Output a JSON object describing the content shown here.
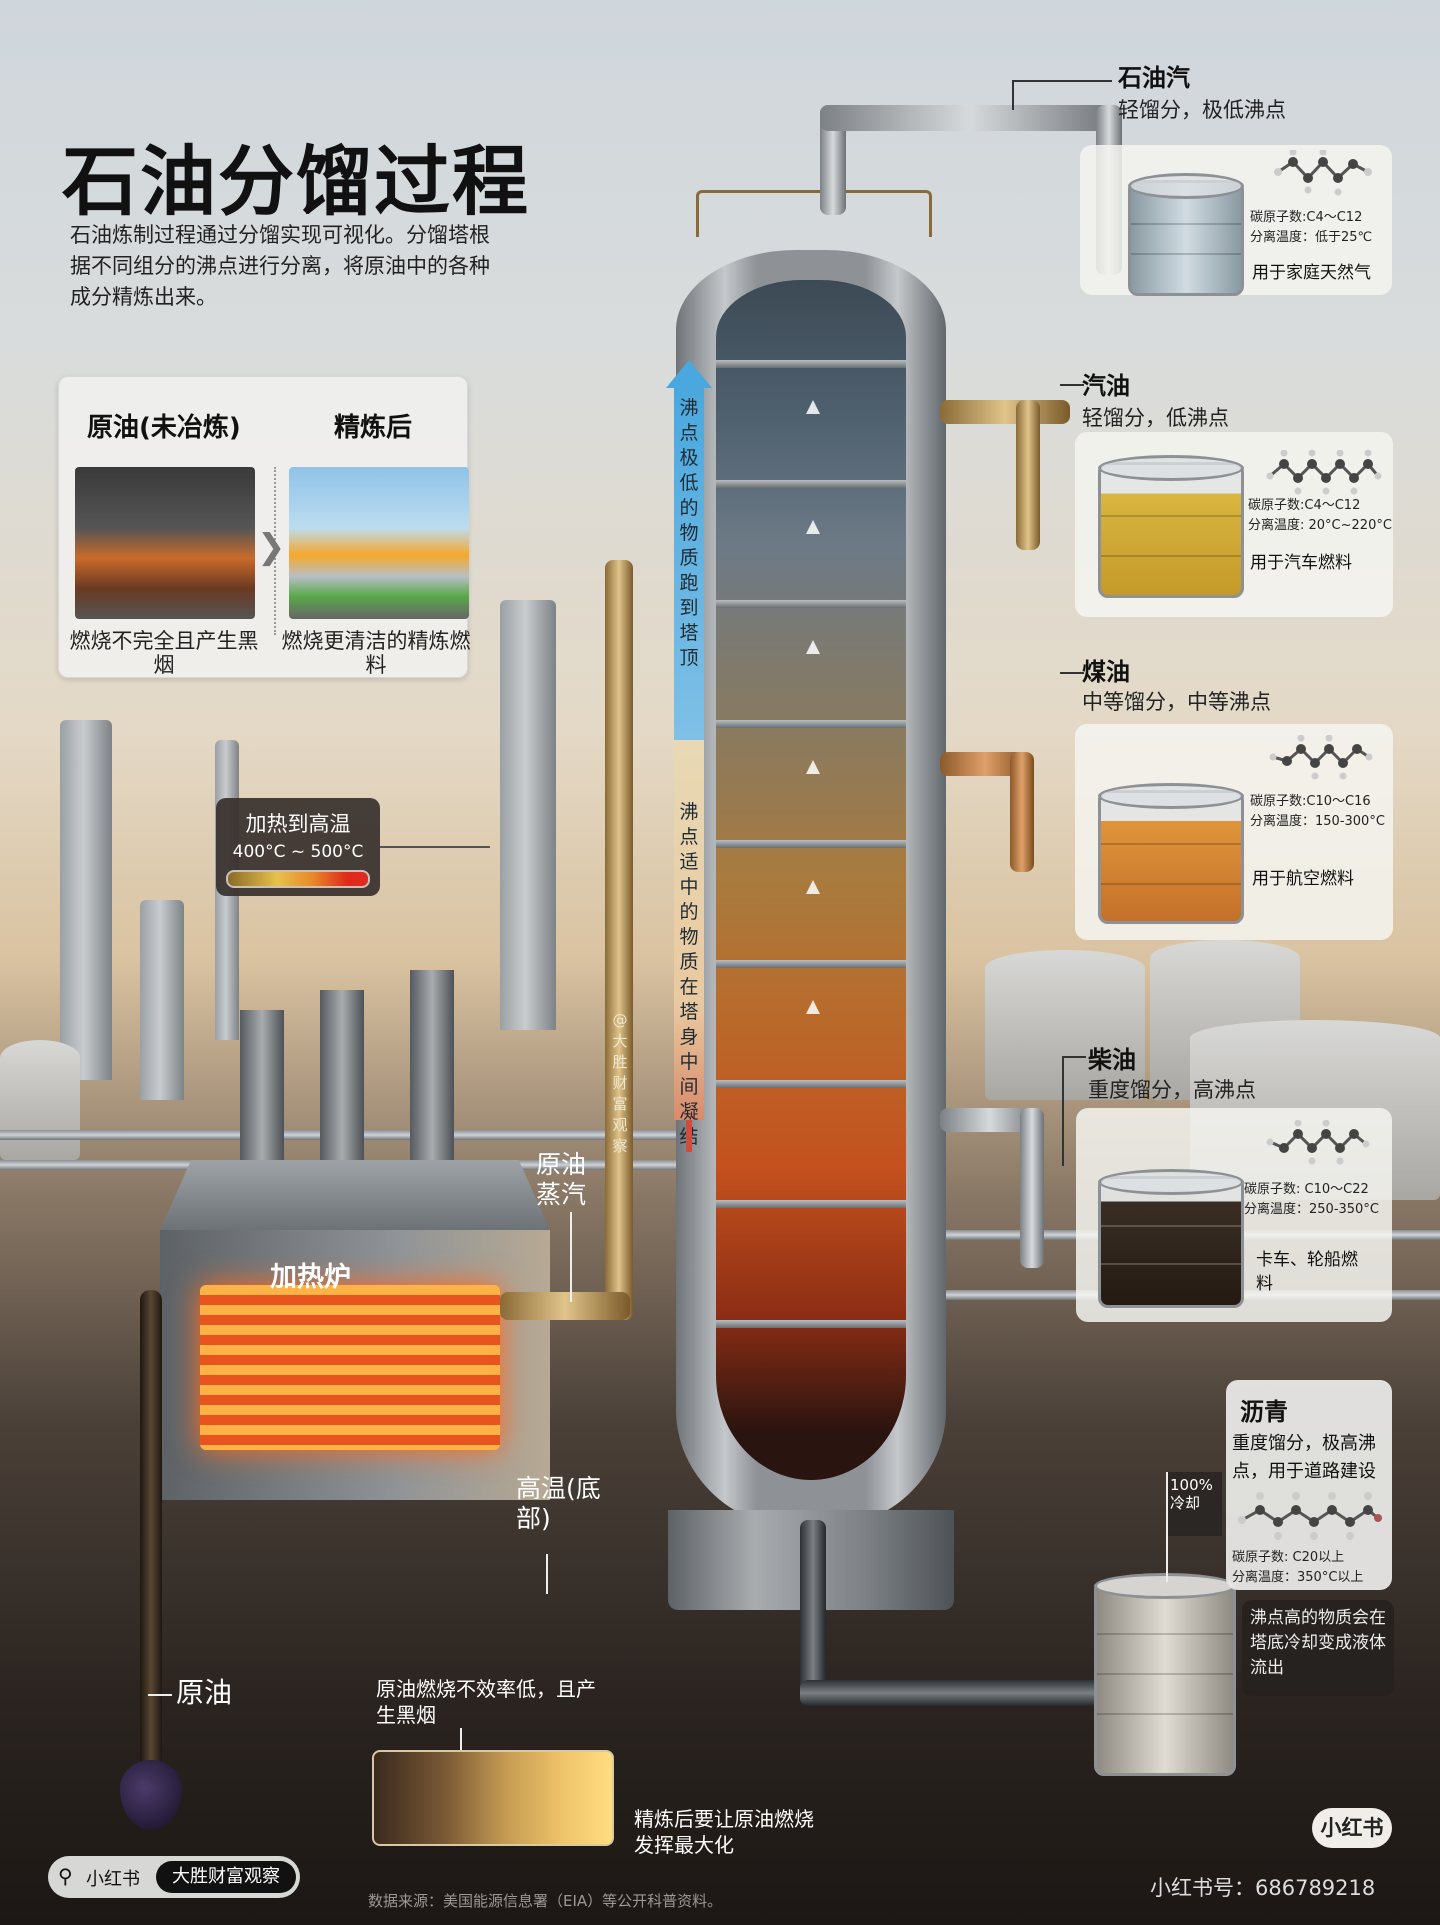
{
  "header": {
    "title": "石油分馏过程",
    "intro": "石油炼制过程通过分馏实现可视化。分馏塔根据不同组分的沸点进行分离，将原油中的各种成分精炼出来。"
  },
  "comparison": {
    "left_title": "原油(未冶炼)",
    "left_caption": "燃烧不完全且产生黑烟",
    "right_title": "精炼后",
    "right_caption": "燃烧更清洁的精炼燃料",
    "arrow_icon": "chevron-right"
  },
  "heating": {
    "title": "加热到高温",
    "range": "400°C ~ 500°C",
    "gradient_colors": [
      "#8a6a2a",
      "#e7c24a",
      "#e88a2a",
      "#e02a1e"
    ]
  },
  "tower_annotations": {
    "top_arrow_text": "沸点极低的物质跑到塔顶",
    "middle_text": "沸点适中的物质在塔身中间凝结",
    "watermark": "@大胜财富观察",
    "arrow_color": "#4aa8de"
  },
  "labels": {
    "furnace": "加热炉",
    "crude_vapor": "原油蒸汽",
    "high_temp_bottom": "高温(底部)",
    "crude_oil": "原油"
  },
  "products": [
    {
      "name": "石油汽",
      "desc": "轻馏分，极低沸点",
      "carbon": "碳原子数:C4～C12",
      "temp": "分离温度：低于25℃",
      "use": "用于家庭天然气",
      "liquid_color": "#c9d6dc"
    },
    {
      "name": "汽油",
      "desc": "轻馏分，低沸点",
      "carbon": "碳原子数:C4～C12",
      "temp": "分离温度: 20°C~220°C",
      "use": "用于汽车燃料",
      "liquid_color": "#d8b640"
    },
    {
      "name": "煤油",
      "desc": "中等馏分，中等沸点",
      "carbon": "碳原子数:C10～C16",
      "temp": "分离温度：150-300°C",
      "use": "用于航空燃料",
      "liquid_color": "#d88a2e"
    },
    {
      "name": "柴油",
      "desc": "重度馏分，高沸点",
      "carbon": "碳原子数: C10～C22",
      "temp": "分离温度：250-350°C",
      "use": "卡车、轮船燃料",
      "liquid_color": "#3a2e24"
    }
  ],
  "asphalt": {
    "name": "沥青",
    "desc": "重度馏分，极高沸点，用于道路建设",
    "carbon": "碳原子数: C20以上",
    "temp": "分离温度：350°C以上",
    "cooling": "100%冷却",
    "note": "沸点高的物质会在塔底冷却变成液体流出"
  },
  "bottom": {
    "inefficient": "原油燃烧不效率低，且产生黑烟",
    "maximize": "精炼后要让原油燃烧发挥最大化",
    "source": "数据来源：美国能源信息署（EIA）等公开科普资料。"
  },
  "branding": {
    "search_label": "小红书",
    "account": "大胜财富观察",
    "logo": "小红书",
    "id": "小红书号：686789218"
  }
}
